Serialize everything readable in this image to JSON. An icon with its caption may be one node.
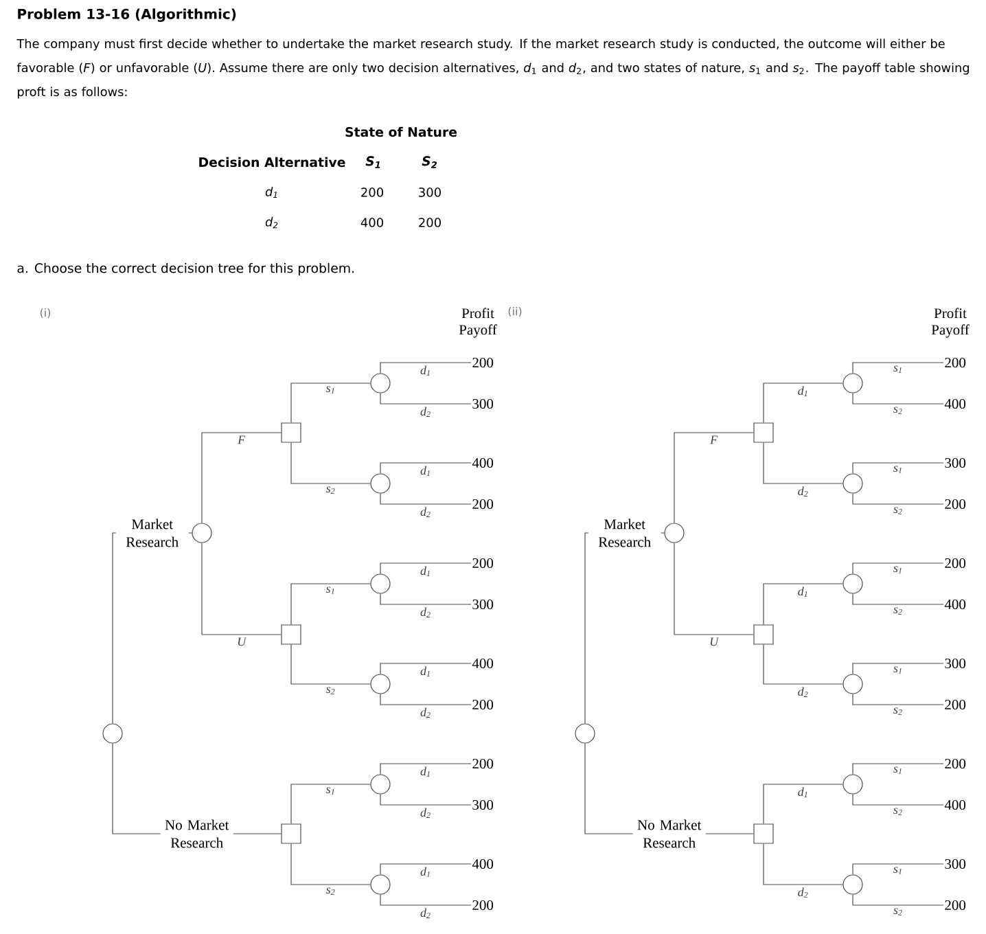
{
  "diagram": {
    "title": "Problem 13-16 (Algorithmic)",
    "nodes": [
      {
        "text": [],
        "shape": "circle"
      },
      {
        "text": [],
        "shape": "circle"
      },
      {
        "text": [],
        "shape": "box"
      },
      {
        "text": [],
        "shape": "box"
      },
      {
        "text": [],
        "shape": "box"
      },
      {
        "text": [],
        "shape": "circle"
      },
      {
        "text": [],
        "shape": "circle"
      },
      {
        "text": [],
        "shape": "circle"
      },
      {
        "text": [],
        "shape": "circle"
      },
      {
        "text": [],
        "shape": "circle"
      },
      {
        "text": [],
        "shape": "circle"
      },
      {
        "text": [
          "200"
        ]
      },
      {
        "text": [
          "300"
        ]
      },
      {
        "text": [
          "400"
        ]
      },
      {
        "text": [
          "200"
        ]
      },
      {
        "text": [
          "200"
        ]
      },
      {
        "text": [
          "300"
        ]
      },
      {
        "text": [
          "400"
        ]
      },
      {
        "text": [
          "200"
        ]
      },
      {
        "text": [
          "200"
        ]
      },
      {
        "text": [
          "300"
        ]
      },
      {
        "text": [
          "400"
        ]
      },
      {
        "text": [
          "200"
        ]
      },
      {
        "text": [],
        "shape": "circle"
      },
      {
        "text": [],
        "shape": "circle"
      },
      {
        "text": [],
        "shape": "box"
      },
      {
        "text": [],
        "shape": "box"
      },
      {
        "text": [],
        "shape": "box"
      },
      {
        "text": [],
        "shape": "circle"
      },
      {
        "text": [],
        "shape": "circle"
      },
      {
        "text": [],
        "shape": "circle"
      },
      {
        "text": [],
        "shape": "circle"
      },
      {
        "text": [],
        "shape": "circle"
      },
      {
        "text": [],
        "shape": "circle"
      },
      {
        "text": [
          "200"
        ]
      },
      {
        "text": [
          "400"
        ]
      },
      {
        "text": [
          "300"
        ]
      },
      {
        "text": [
          "200"
        ]
      },
      {
        "text": [
          "200"
        ]
      },
      {
        "text": [
          "400"
        ]
      },
      {
        "text": [
          "300"
        ]
      },
      {
        "text": [
          "200"
        ]
      },
      {
        "text": [
          "200"
        ]
      },
      {
        "text": [
          "400"
        ]
      },
      {
        "text": [
          "300"
        ]
      },
      {
        "text": [
          "200"
        ]
      }
    ],
    "edges": [
      {
        "from": 0,
        "to": 1,
        "arrow": "none",
        "label": "Market Research"
      },
      {
        "from": 0,
        "to": 4,
        "arrow": "none",
        "label": "No Market Research"
      },
      {
        "from": 1,
        "to": 2,
        "arrow": "none",
        "label": "F"
      },
      {
        "from": 1,
        "to": 3,
        "arrow": "none",
        "label": "U"
      },
      {
        "from": 2,
        "to": 5,
        "arrow": "none",
        "label": "s$_{1}$"
      },
      {
        "from": 2,
        "to": 6,
        "arrow": "none",
        "label": "s$_{2}$"
      },
      {
        "from": 3,
        "to": 7,
        "arrow": "none",
        "label": "s$_{1}$"
      },
      {
        "from": 3,
        "to": 8,
        "arrow": "none",
        "label": "s$_{2}$"
      },
      {
        "from": 4,
        "to": 9,
        "arrow": "none",
        "label": "s$_{1}$"
      },
      {
        "from": 4,
        "to": 10,
        "arrow": "none",
        "label": "s$_{2}$"
      },
      {
        "from": 5,
        "to": 11,
        "arrow": "none",
        "label": "d$_{1}$"
      },
      {
        "from": 5,
        "to": 12,
        "arrow": "none",
        "label": "d$_{2}$"
      },
      {
        "from": 6,
        "to": 13,
        "arrow": "none",
        "label": "d$_{1}$"
      },
      {
        "from": 6,
        "to": 14,
        "arrow": "none",
        "label": "d$_{2}$"
      },
      {
        "from": 7,
        "to": 15,
        "arrow": "none",
        "label": "d$_{1}$"
      },
      {
        "from": 7,
        "to": 16,
        "arrow": "none",
        "label": "d$_{2}$"
      },
      {
        "from": 8,
        "to": 17,
        "arrow": "none",
        "label": "d$_{1}$"
      },
      {
        "from": 8,
        "to": 18,
        "arrow": "none",
        "label": "d$_{2}$"
      },
      {
        "from": 9,
        "to": 19,
        "arrow": "none",
        "label": "d$_{1}$"
      },
      {
        "from": 9,
        "to": 20,
        "arrow": "none",
        "label": "d$_{2}$"
      },
      {
        "from": 10,
        "to": 21,
        "arrow": "none",
        "label": "d$_{1}$"
      },
      {
        "from": 10,
        "to": 22,
        "arrow": "none",
        "label": "d$_{2}$"
      },
      {
        "from": 23,
        "to": 24,
        "arrow": "none",
        "label": "Market Research"
      },
      {
        "from": 23,
        "to": 27,
        "arrow": "none",
        "label": "No Market Research"
      },
      {
        "from": 24,
        "to": 25,
        "arrow": "none",
        "label": "F"
      },
      {
        "from": 24,
        "to": 26,
        "arrow": "none",
        "label": "U"
      },
      {
        "from": 25,
        "to": 28,
        "arrow": "none",
        "label": "d$_{1}$"
      },
      {
        "from": 25,
        "to": 29,
        "arrow": "none",
        "label": "d$_{2}$"
      },
      {
        "from": 26,
        "to": 30,
        "arrow": "none",
        "label": "d$_{1}$"
      },
      {
        "from": 26,
        "to": 31,
        "arrow": "none",
        "label": "d$_{2}$"
      },
      {
        "from": 27,
        "to": 32,
        "arrow": "none",
        "label": "d$_{1}$"
      },
      {
        "from": 27,
        "to": 33,
        "arrow": "none",
        "label": "d$_{2}$"
      },
      {
        "from": 28,
        "to": 34,
        "arrow": "none",
        "label": "s$_{1}$"
      },
      {
        "from": 28,
        "to": 35,
        "arrow": "none",
        "label": "s$_{2}$"
      },
      {
        "from": 29,
        "to": 36,
        "arrow": "none",
        "label": "s$_{1}$"
      },
      {
        "from": 29,
        "to": 37,
        "arrow": "none",
        "label": "s$_{2}$"
      },
      {
        "from": 30,
        "to": 38,
        "arrow": "none",
        "label": "s$_{1}$"
      },
      {
        "from": 30,
        "to": 39,
        "arrow": "none",
        "label": "s$_{2}$"
      },
      {
        "from": 31,
        "to": 40,
        "arrow": "none",
        "label": "s$_{1}$"
      },
      {
        "from": 31,
        "to": 41,
        "arrow": "none",
        "label": "s$_{2}$"
      },
      {
        "from": 32,
        "to": 42,
        "arrow": "none",
        "label": "s$_{1}$"
      },
      {
        "from": 32,
        "to": 43,
        "arrow": "none",
        "label": "s$_{2}$"
      },
      {
        "from": 33,
        "to": 44,
        "arrow": "none",
        "label": "s$_{1}$"
      },
      {
        "from": 33,
        "to": 45,
        "arrow": "none",
        "label": "s$_{2}$"
      }
    ],
    "labels": [
      "The company must first decide whether to undertake the market research study. If the market research study is conducted, the outcome will either be favorable (*F*) or unfavorable (*U*). Assume there are only two decision alternatives, *d*$_{1}$ and *d*$_{2}$, and two states of nature, *s*$_{1}$ and *s*$_{2}$. The payoff table showing proft is as follows:",
      "State of Nature",
      "Decision Alternative",
      "S$_{1}$",
      "S$_{2}$",
      "d$_{1}$",
      "200",
      "300",
      "d$_{2}$",
      "400",
      "200",
      "a. Choose the correct decision tree for this problem.",
      "(i)",
      "Profit Payoff",
      "(ii)",
      "Profit Payoff"
    ]
  }
}
